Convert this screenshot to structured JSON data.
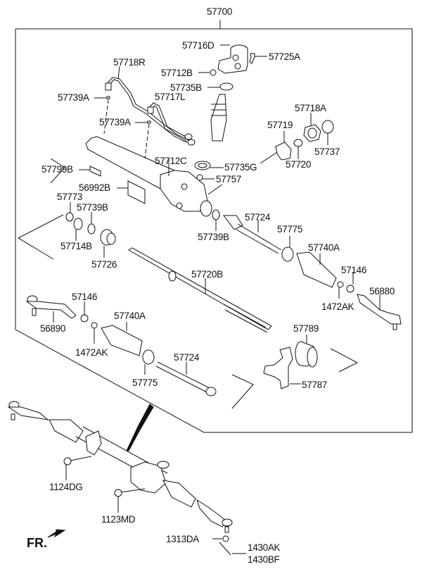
{
  "diagram": {
    "title": "Steering Gear Box Assembly Exploded View",
    "assembly_number": "57700",
    "front_indicator": "FR.",
    "labels": {
      "p57716D": "57716D",
      "p57725A": "57725A",
      "p57718R": "57718R",
      "p57712B": "57712B",
      "p57735B": "57735B",
      "p57739A_1": "57739A",
      "p57717L": "57717L",
      "p57739A_2": "57739A",
      "p57718A": "57718A",
      "p57719": "57719",
      "p57737": "57737",
      "p57720": "57720",
      "p57799B": "57799B",
      "p57712C": "57712C",
      "p57735G": "57735G",
      "p57757": "57757",
      "p56992B": "56992B",
      "p57773": "57773",
      "p57739B_1": "57739B",
      "p57739B_2": "57739B",
      "p57714B": "57714B",
      "p57726": "57726",
      "p57724_1": "57724",
      "p57775_1": "57775",
      "p57740A_1": "57740A",
      "p57720B": "57720B",
      "p57146_1": "57146",
      "p1472AK_1": "1472AK",
      "p56880": "56880",
      "p57146_2": "57146",
      "p56890": "56890",
      "p57740A_2": "57740A",
      "p1472AK_2": "1472AK",
      "p57789": "57789",
      "p57724_2": "57724",
      "p57775_2": "57775",
      "p57787": "57787",
      "p1124DG": "1124DG",
      "p1123MD": "1123MD",
      "p1313DA": "1313DA",
      "p1430AK": "1430AK",
      "p1430BF": "1430BF"
    }
  }
}
